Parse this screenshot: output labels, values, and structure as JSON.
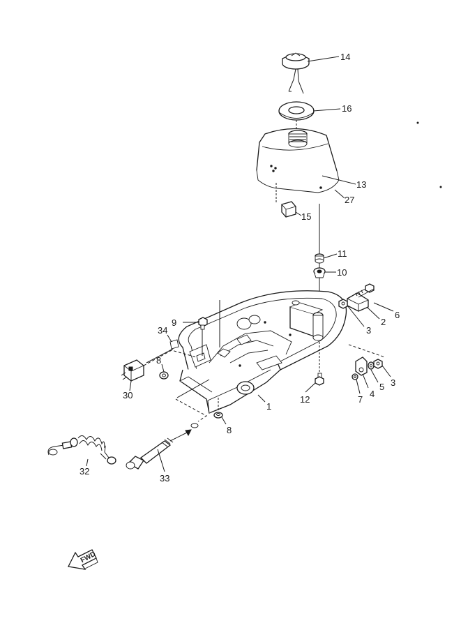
{
  "diagram": {
    "callouts": {
      "p1": "1",
      "p2": "2",
      "p3a": "3",
      "p3b": "3",
      "p4": "4",
      "p5": "5",
      "p6": "6",
      "p7": "7",
      "p8a": "8",
      "p8b": "8",
      "p9": "9",
      "p10": "10",
      "p11": "11",
      "p12": "12",
      "p13": "13",
      "p14": "14",
      "p15": "15",
      "p16": "16",
      "p27": "27",
      "p30": "30",
      "p32": "32",
      "p33": "33",
      "p34": "34"
    },
    "direction_label": "FWD"
  }
}
